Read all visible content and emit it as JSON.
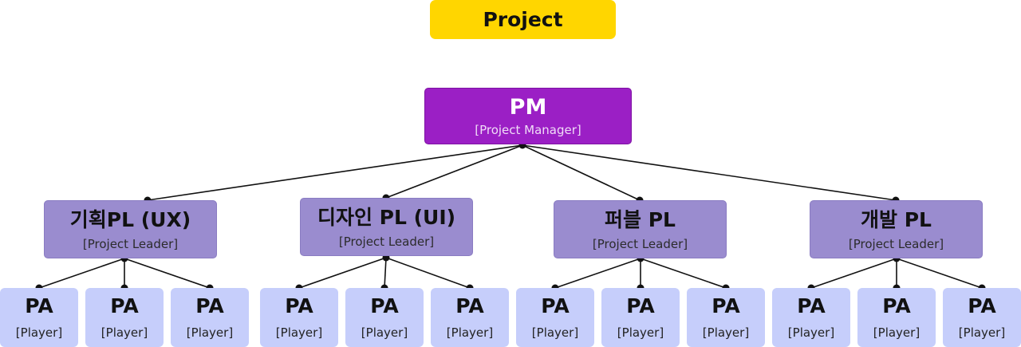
{
  "title": "Project",
  "pm": {
    "title": "PM",
    "subtitle": "[Project Manager]"
  },
  "leaders": [
    {
      "title": "기획PL (UX)",
      "subtitle": "[Project Leader]"
    },
    {
      "title": "디자인 PL (UI)",
      "subtitle": "[Project Leader]"
    },
    {
      "title": "퍼블 PL",
      "subtitle": "[Project Leader]"
    },
    {
      "title": "개발 PL",
      "subtitle": "[Project Leader]"
    }
  ],
  "player": {
    "title": "PA",
    "subtitle": "[Player]"
  },
  "colors": {
    "title_bg": "#ffd600",
    "pm_bg": "#9b1fc5",
    "leader_bg": "#9a8ccf",
    "player_bg": "#c6cefb",
    "connector": "#111111"
  }
}
